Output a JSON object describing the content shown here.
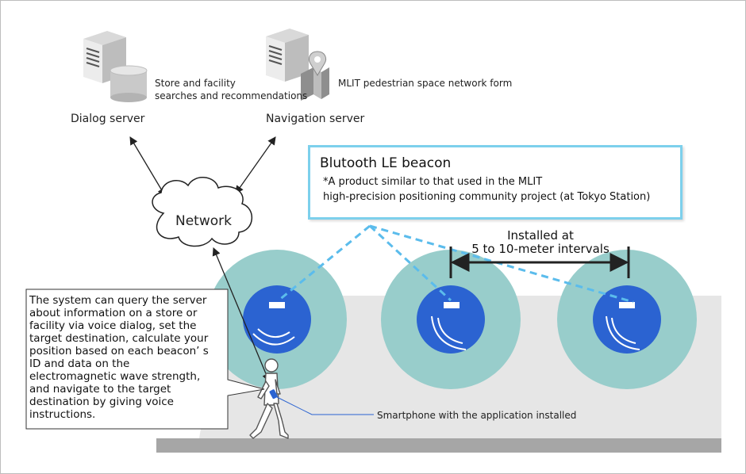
{
  "dialog_server": {
    "label": "Dialog server",
    "function_line1": "Store and facility",
    "function_line2": "searches and recommendations",
    "icons": [
      "server-tower-icon",
      "database-cylinder-icon"
    ]
  },
  "navigation_server": {
    "label": "Navigation server",
    "function": "MLIT pedestrian space network form",
    "icons": [
      "server-tower-icon",
      "map-pin-icon"
    ]
  },
  "network": {
    "label": "Network",
    "icon": "cloud-icon"
  },
  "beacon": {
    "title": "Blutooth LE beacon",
    "note_line1": "*A product similar to that used in the MLIT",
    "note_line2": "high-precision positioning community project (at Tokyo Station)"
  },
  "interval": {
    "line1": "Installed at",
    "line2": "5 to 10-meter intervals"
  },
  "system_description": "The system can query the server\nabout information on a store or\nfacility via voice dialog, set the\ntarget destination, calculate your\nposition based on each beacon’ s\nID and data on the\nelectromagnetic wave strength,\nand navigate to the target\ndestination by giving voice\ninstructions.",
  "smartphone_label": "Smartphone with the application installed",
  "colors": {
    "beacon_outer": "#98cdcb",
    "beacon_inner": "#2b63d1",
    "beacon_box_border": "#7dd0ec",
    "signal_line": "#5bbcec",
    "floor": "#a6a6a6",
    "zone": "#e6e6e6"
  }
}
